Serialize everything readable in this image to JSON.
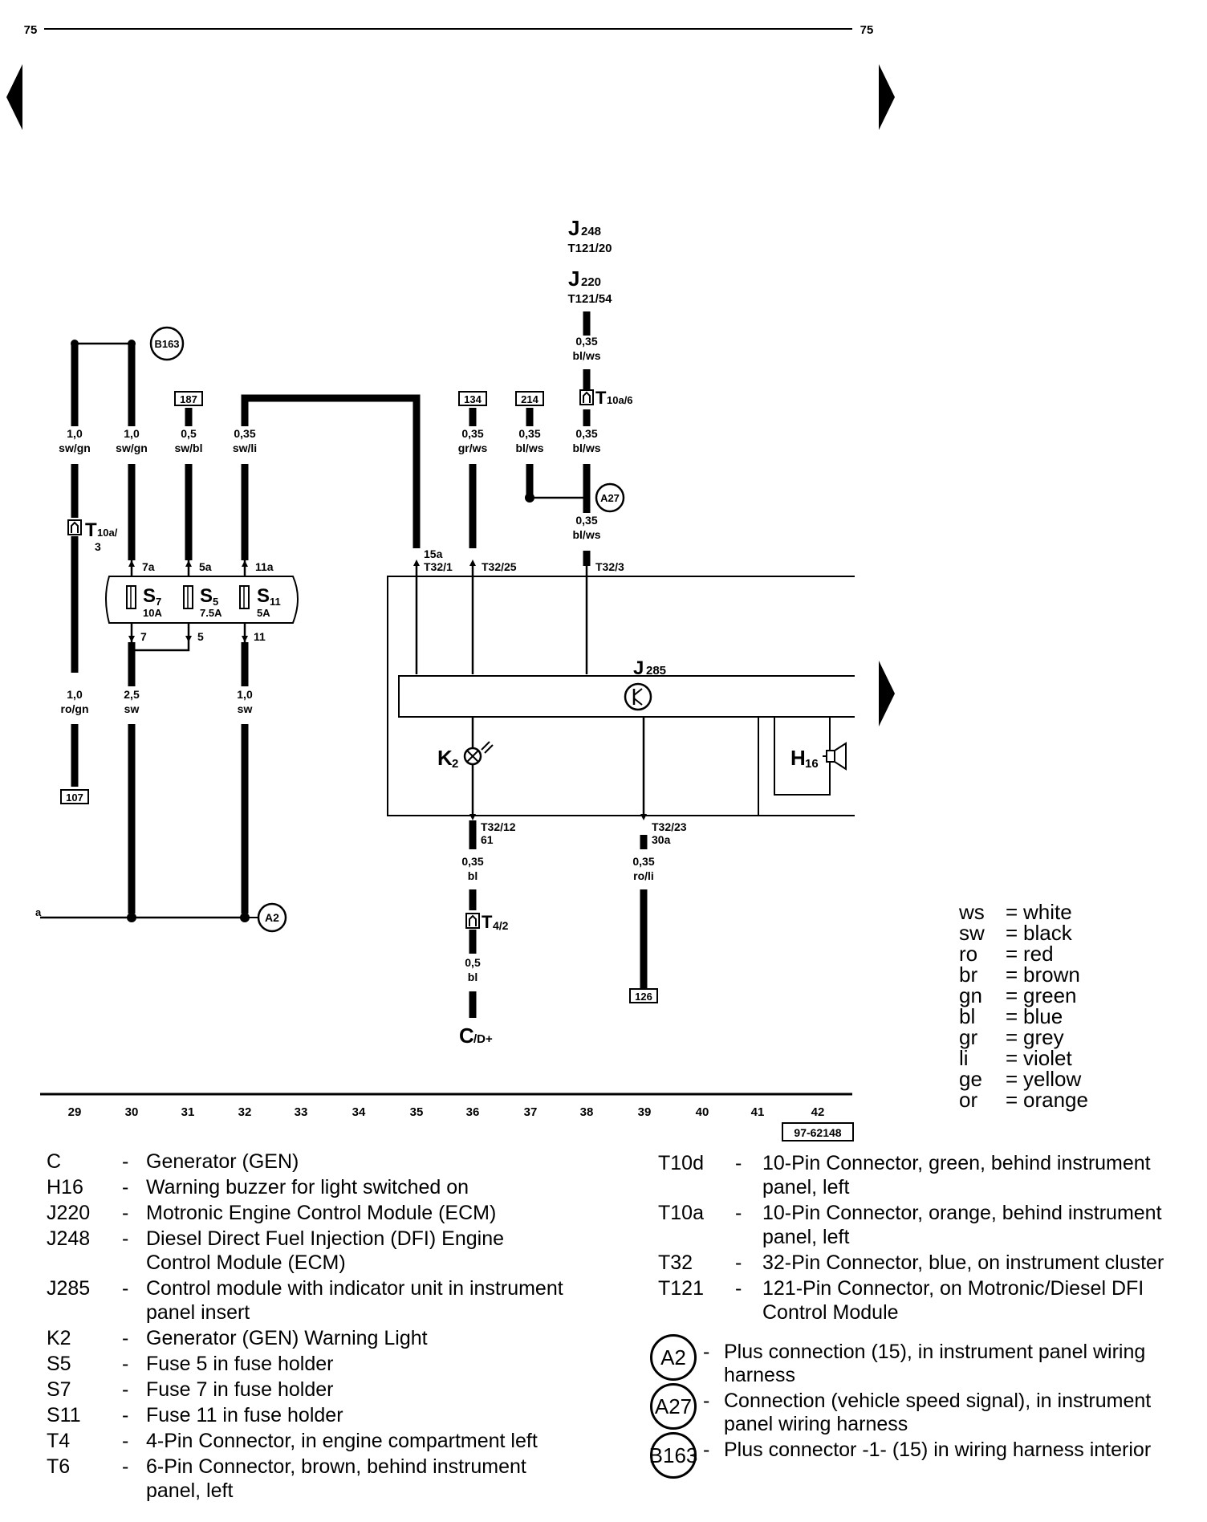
{
  "page": {
    "number_left": "75",
    "number_right": "75",
    "drawing_id": "97-62148"
  },
  "grid_numbers": [
    "29",
    "30",
    "31",
    "32",
    "33",
    "34",
    "35",
    "36",
    "37",
    "38",
    "39",
    "40",
    "41",
    "42"
  ],
  "wires": {
    "w29a": {
      "size": "1,0",
      "color": "sw/gn"
    },
    "w29b": {
      "size": "1,0",
      "color": "ro/gn"
    },
    "w30a": {
      "size": "1,0",
      "color": "sw/gn"
    },
    "w30b": {
      "size": "2,5",
      "color": "sw"
    },
    "w31": {
      "size": "0,5",
      "color": "sw/bl"
    },
    "w32a": {
      "size": "0,35",
      "color": "sw/li"
    },
    "w32b": {
      "size": "1,0",
      "color": "sw"
    },
    "w36a": {
      "size": "0,35",
      "color": "gr/ws"
    },
    "w37": {
      "size": "0,35",
      "color": "bl/ws"
    },
    "w38top": {
      "size": "0,35",
      "color": "bl/ws"
    },
    "w38a": {
      "size": "0,35",
      "color": "bl/ws"
    },
    "w38b": {
      "size": "0,35",
      "color": "bl/ws"
    },
    "w36c": {
      "size": "0,35",
      "color": "bl"
    },
    "w36d": {
      "size": "0,5",
      "color": "bl"
    },
    "w39": {
      "size": "0,35",
      "color": "ro/li"
    }
  },
  "refs": {
    "r187": "187",
    "r134": "134",
    "r214": "214",
    "r107": "107",
    "r126": "126"
  },
  "connectors": {
    "t10a3_main": "T",
    "t10a3_sub": "10a/",
    "t10a3_num": "3",
    "t10a6_main": "T",
    "t10a6_sub": "10a/6",
    "t4_main": "T",
    "t4_sub": "4/2",
    "t32_1": "T32/1",
    "t32_1_term": "15a",
    "t32_25": "T32/25",
    "t32_3": "T32/3",
    "t32_12": "T32/12",
    "t32_12_term": "61",
    "t32_23": "T32/23",
    "t32_23_term": "30a"
  },
  "fuses": {
    "s7": {
      "main": "S",
      "sub": "7",
      "amps": "10A",
      "in": "7a",
      "out": "7"
    },
    "s5": {
      "main": "S",
      "sub": "5",
      "amps": "7.5A",
      "in": "5a",
      "out": "5"
    },
    "s11": {
      "main": "S",
      "sub": "11",
      "amps": "5A",
      "in": "11a",
      "out": "11"
    }
  },
  "components": {
    "j248_main": "J",
    "j248_sub": "248",
    "j248_pin": "T121/20",
    "j220_main": "J",
    "j220_sub": "220",
    "j220_pin": "T121/54",
    "j285_main": "J",
    "j285_sub": "285",
    "k2_main": "K",
    "k2_sub": "2",
    "h16_main": "H",
    "h16_sub": "16",
    "c_main": "C",
    "c_sub": "/D+"
  },
  "circles": {
    "b163": "B163",
    "a27": "A27",
    "a2": "A2"
  },
  "line_a": "a",
  "legend": [
    {
      "abbr": "ws",
      "name": "white"
    },
    {
      "abbr": "sw",
      "name": "black"
    },
    {
      "abbr": "ro",
      "name": "red"
    },
    {
      "abbr": "br",
      "name": "brown"
    },
    {
      "abbr": "gn",
      "name": "green"
    },
    {
      "abbr": "bl",
      "name": "blue"
    },
    {
      "abbr": "gr",
      "name": "grey"
    },
    {
      "abbr": "li",
      "name": "violet"
    },
    {
      "abbr": "ge",
      "name": "yellow"
    },
    {
      "abbr": "or",
      "name": "orange"
    }
  ],
  "component_list_left": [
    {
      "code": "C",
      "desc": "Generator (GEN)"
    },
    {
      "code": "H16",
      "desc": "Warning buzzer for light switched on"
    },
    {
      "code": "J220",
      "desc": "Motronic Engine Control Module (ECM)"
    },
    {
      "code": "J248",
      "desc": "Diesel Direct Fuel Injection (DFI) Engine Control Module (ECM)"
    },
    {
      "code": "J285",
      "desc": "Control module with indicator unit in instrument panel insert"
    },
    {
      "code": "K2",
      "desc": "Generator (GEN) Warning Light"
    },
    {
      "code": "S5",
      "desc": "Fuse 5 in fuse holder"
    },
    {
      "code": "S7",
      "desc": "Fuse 7 in fuse holder"
    },
    {
      "code": "S11",
      "desc": "Fuse 11 in fuse holder"
    },
    {
      "code": "T4",
      "desc": "4-Pin Connector, in engine compartment left"
    },
    {
      "code": "T6",
      "desc": "6-Pin Connector, brown, behind instrument panel, left"
    }
  ],
  "component_list_right": [
    {
      "code": "T10d",
      "desc": "10-Pin Connector, green, behind instrument panel, left"
    },
    {
      "code": "T10a",
      "desc": "10-Pin Connector, orange, behind instrument panel, left"
    },
    {
      "code": "T32",
      "desc": "32-Pin Connector, blue, on instrument cluster"
    },
    {
      "code": "T121",
      "desc": "121-Pin Connector, on Motronic/Diesel DFI Control Module"
    }
  ],
  "circle_list": [
    {
      "code": "A2",
      "desc": "Plus connection (15), in instrument panel wiring harness"
    },
    {
      "code": "A27",
      "desc": "Connection (vehicle speed signal), in instrument panel wiring harness"
    },
    {
      "code": "B163",
      "desc": "Plus connector -1- (15) in wiring harness interior"
    }
  ]
}
